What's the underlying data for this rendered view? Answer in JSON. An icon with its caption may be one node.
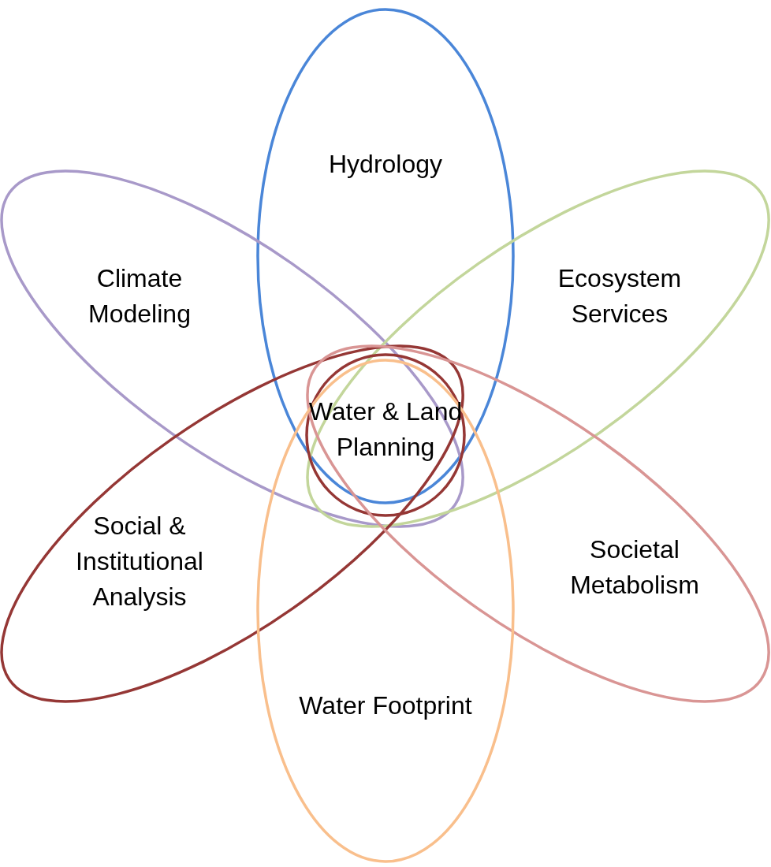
{
  "diagram": {
    "nodes": [
      {
        "text": [
          "Hydrology"
        ]
      },
      {
        "text": [
          "Climate Modeling"
        ]
      },
      {
        "text": [
          "Ecosystem Services"
        ]
      },
      {
        "text": [
          "Water & Land Planning"
        ]
      },
      {
        "text": [
          "Social & Institutional Analysis"
        ]
      },
      {
        "text": [
          "Societal Metabolism"
        ]
      },
      {
        "text": [
          "Water Footprint"
        ]
      }
    ]
  }
}
